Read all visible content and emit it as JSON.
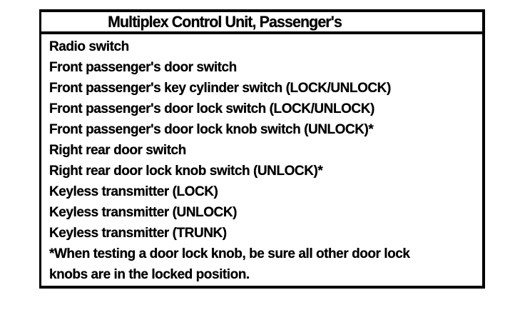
{
  "table": {
    "title": "Multiplex Control Unit, Passenger's",
    "items": [
      "Radio switch",
      "Front passenger's door switch",
      "Front passenger's key cylinder switch (LOCK/UNLOCK)",
      "Front passenger's door lock switch (LOCK/UNLOCK)",
      "Front passenger's door lock knob switch (UNLOCK)*",
      "Right rear door switch",
      "Right rear door lock knob switch (UNLOCK)*",
      "Keyless transmitter (LOCK)",
      "Keyless transmitter (UNLOCK)",
      "Keyless transmitter (TRUNK)"
    ],
    "footnote": "*When testing a door lock knob, be sure all other door lock knobs are in the locked position."
  },
  "colors": {
    "ink": "#000000",
    "paper": "#ffffff"
  }
}
